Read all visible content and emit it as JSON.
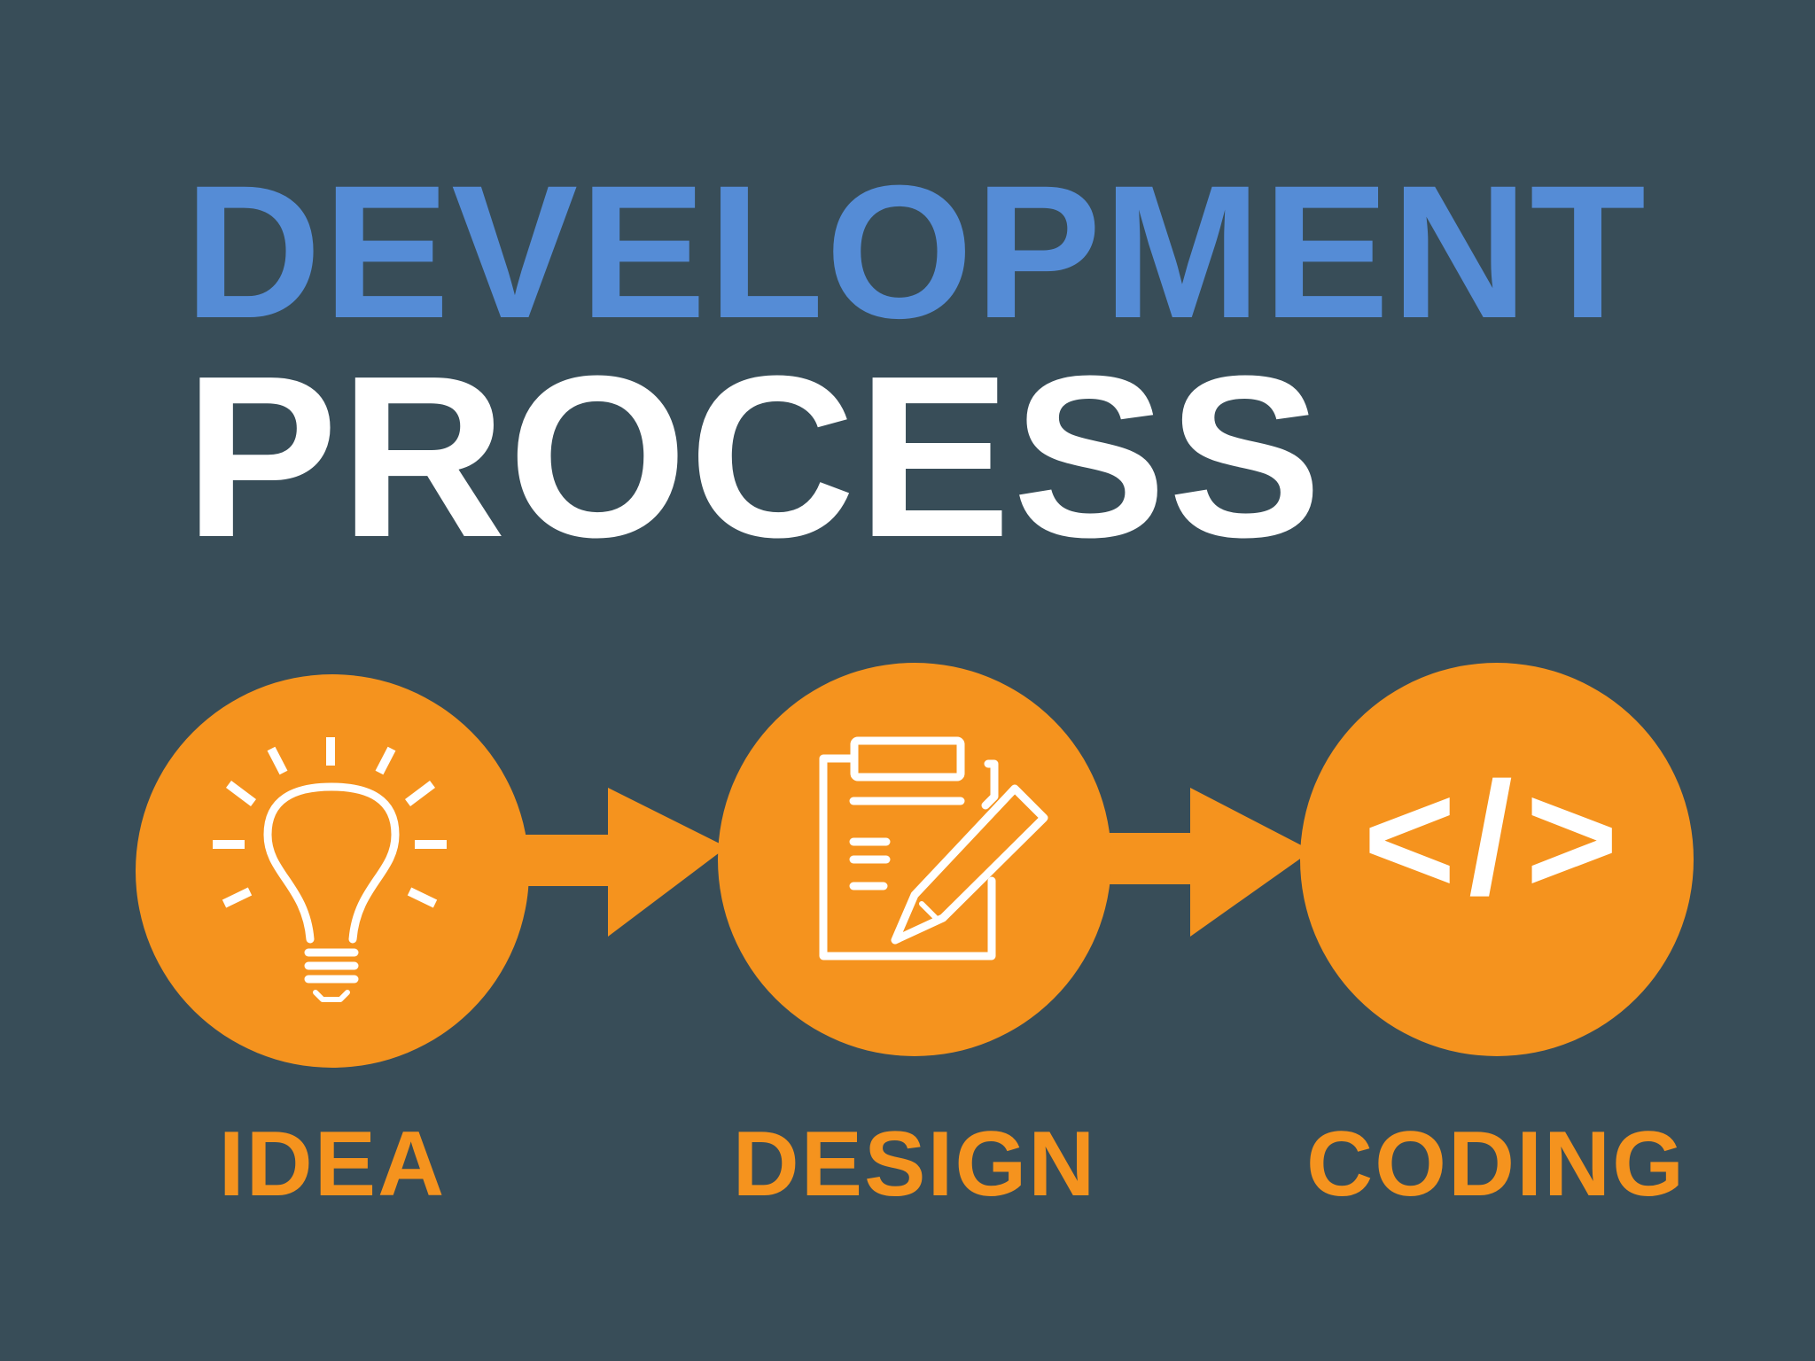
{
  "title": {
    "line_1": "DEVELOPMENT",
    "line_2": "PROCESS"
  },
  "steps": [
    {
      "label": "IDEA",
      "icon": "lightbulb-icon"
    },
    {
      "label": "DESIGN",
      "icon": "clipboard-pencil-icon"
    },
    {
      "label": "CODING",
      "icon": "code-brackets-icon"
    }
  ],
  "icon_text": {
    "code": "</>"
  },
  "colors": {
    "background": "#384d58",
    "title_line_1": "#558cd6",
    "title_line_2": "#ffffff",
    "accent": "#f5931e",
    "icon": "#ffffff"
  }
}
